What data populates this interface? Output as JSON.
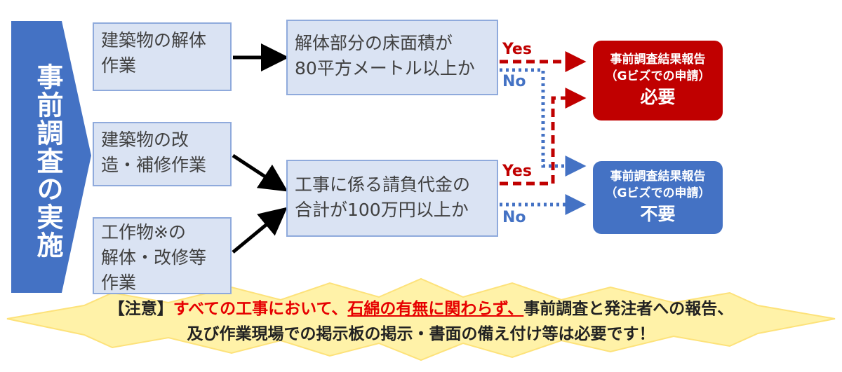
{
  "colors": {
    "chevron": "#4472c4",
    "box_fill": "#dae3f3",
    "box_border": "#8faadc",
    "required": "#c00000",
    "not_required": "#4472c4",
    "yes_line": "#c00000",
    "no_line": "#4472c4",
    "burst_fill": "#fff2a8"
  },
  "chevron": {
    "label": "事前調査の実施"
  },
  "work_boxes": [
    {
      "lines": [
        "建築物の解体",
        "作業"
      ]
    },
    {
      "lines": [
        "建築物の改",
        "造・補修作業"
      ]
    },
    {
      "lines": [
        "工作物※の",
        "解体・改修等",
        "作業"
      ]
    }
  ],
  "conditions": [
    {
      "lines": [
        "解体部分の床面積が",
        "80平方メートル以上か"
      ]
    },
    {
      "lines": [
        "工事に係る請負代金の",
        "合計が100万円以上か"
      ]
    }
  ],
  "branch_labels": {
    "yes": "Yes",
    "no": "No"
  },
  "results": {
    "required": {
      "line1": "事前調査結果報告",
      "line2": "（Gビズでの申請）",
      "line3": "必要"
    },
    "not_required": {
      "line1": "事前調査結果報告",
      "line2": "（Gビズでの申請）",
      "line3": "不要"
    }
  },
  "notice": {
    "prefix": "【注意】",
    "red_part1": "すべての工事において、",
    "red_underlined": "石綿の有無に関わらず、",
    "rest_line1": "事前調査と発注者への報告、",
    "line2": "及び作業現場での掲示板の掲示・書面の備え付け等は必要です！"
  }
}
